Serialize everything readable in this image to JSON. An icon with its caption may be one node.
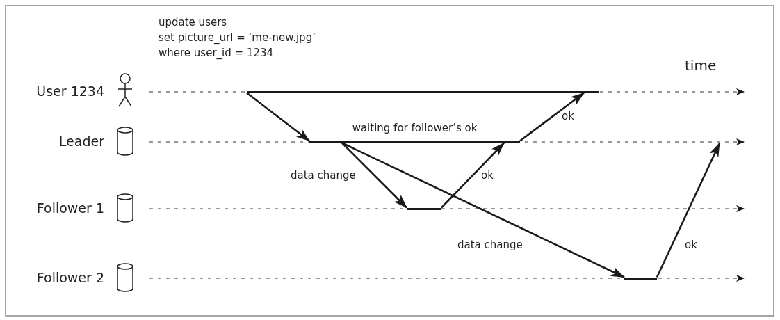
{
  "diagram": {
    "nodes": [
      {
        "text": [
          "User 1234"
        ]
      },
      {
        "text": [
          "Leader"
        ]
      },
      {
        "text": [
          "Follower 1"
        ]
      },
      {
        "text": [
          "Follower 2"
        ]
      },
      {
        "text": [],
        "shape": "bar"
      },
      {
        "text": [],
        "shape": "bar",
        "beside": [
          "waiting for follower’s ok"
        ]
      },
      {
        "text": [],
        "shape": "bar"
      },
      {
        "text": [],
        "shape": "bar"
      }
    ],
    "edges": [
      {
        "from": 4,
        "to": 5,
        "arrow": "to"
      },
      {
        "from": 5,
        "to": 6,
        "arrow": "to",
        "label": "data change"
      },
      {
        "from": 6,
        "to": 5,
        "arrow": "to",
        "label": "ok"
      },
      {
        "from": 5,
        "to": 7,
        "arrow": "to",
        "label": "data change"
      },
      {
        "from": 7,
        "to": null,
        "arrow": "to",
        "label": "ok"
      },
      {
        "from": 5,
        "to": 4,
        "arrow": "to",
        "label": "ok"
      }
    ],
    "labels": [
      "update users",
      "set picture_url = ‘me-new.jpg’",
      "where user_id = 1234",
      "time"
    ]
  }
}
